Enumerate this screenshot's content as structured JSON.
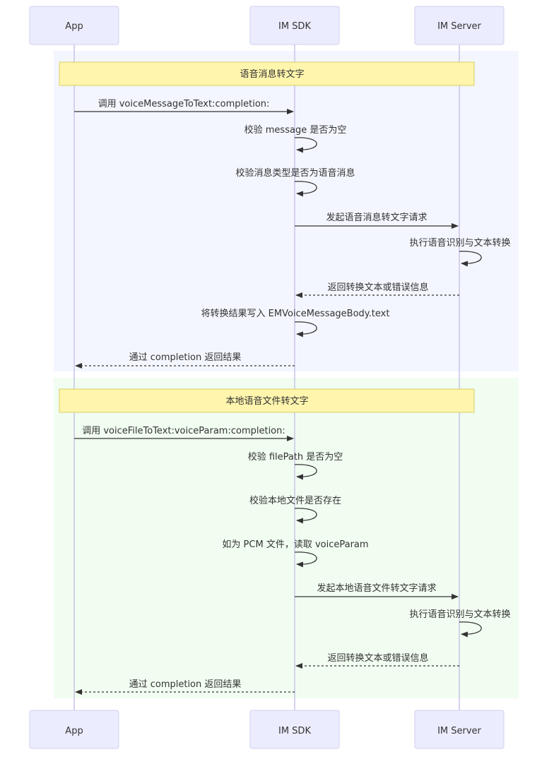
{
  "actors": [
    "App",
    "IM SDK",
    "IM Server"
  ],
  "colors": {
    "actor_fill": "#ececff",
    "actor_stroke": "#cfcfef",
    "lifeline": "#c9c3e8",
    "note_fill": "#fff5ad",
    "note_stroke": "#d9cf66",
    "section1_bg": "#f4f6ff",
    "section2_bg": "#f1fdf1",
    "line": "#333333"
  },
  "sections": [
    {
      "title": "语音消息转文字",
      "messages": [
        {
          "type": "call",
          "from": "App",
          "to": "IM SDK",
          "label": "调用 voiceMessageToText:completion:"
        },
        {
          "type": "self",
          "at": "IM SDK",
          "label": "校验 message 是否为空"
        },
        {
          "type": "self",
          "at": "IM SDK",
          "label": "校验消息类型是否为语音消息"
        },
        {
          "type": "call",
          "from": "IM SDK",
          "to": "IM Server",
          "label": "发起语音消息转文字请求"
        },
        {
          "type": "self",
          "at": "IM Server",
          "label": "执行语音识别与文本转换"
        },
        {
          "type": "return",
          "from": "IM Server",
          "to": "IM SDK",
          "label": "返回转换文本或错误信息"
        },
        {
          "type": "self",
          "at": "IM SDK",
          "label": "将转换结果写入 EMVoiceMessageBody.text"
        },
        {
          "type": "return",
          "from": "IM SDK",
          "to": "App",
          "label": "通过 completion 返回结果"
        }
      ]
    },
    {
      "title": "本地语音文件转文字",
      "messages": [
        {
          "type": "call",
          "from": "App",
          "to": "IM SDK",
          "label": "调用 voiceFileToText:voiceParam:completion:"
        },
        {
          "type": "self",
          "at": "IM SDK",
          "label": "校验 filePath 是否为空"
        },
        {
          "type": "self",
          "at": "IM SDK",
          "label": "校验本地文件是否存在"
        },
        {
          "type": "self",
          "at": "IM SDK",
          "label": "如为 PCM 文件，读取 voiceParam"
        },
        {
          "type": "call",
          "from": "IM SDK",
          "to": "IM Server",
          "label": "发起本地语音文件转文字请求"
        },
        {
          "type": "self",
          "at": "IM Server",
          "label": "执行语音识别与文本转换"
        },
        {
          "type": "return",
          "from": "IM Server",
          "to": "IM SDK",
          "label": "返回转换文本或错误信息"
        },
        {
          "type": "return",
          "from": "IM SDK",
          "to": "App",
          "label": "通过 completion 返回结果"
        }
      ]
    }
  ]
}
